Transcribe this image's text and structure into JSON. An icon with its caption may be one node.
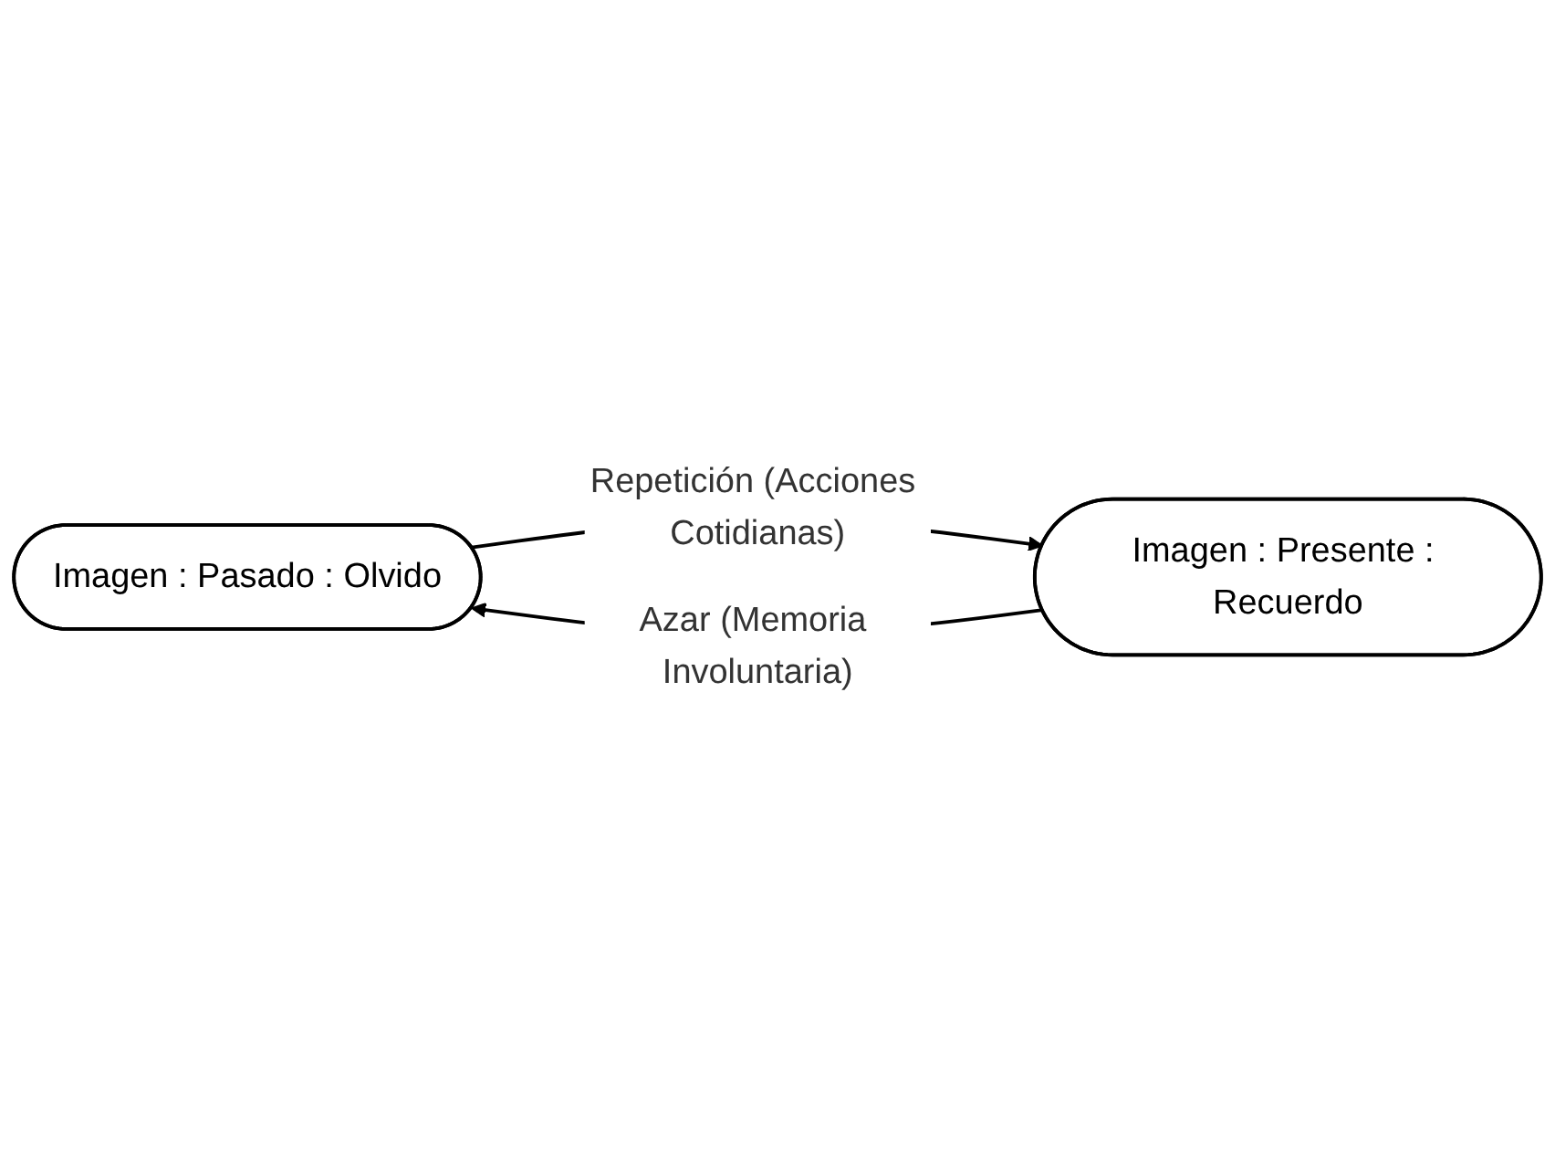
{
  "diagram": {
    "nodes": [
      {
        "text": [
          "Imagen : Pasado : Olvido"
        ]
      },
      {
        "text": [
          "Imagen : Presente : Recuerdo"
        ]
      }
    ],
    "edges": [
      {
        "from": 1,
        "to": 0,
        "arrow": "to",
        "label": "Azar (Memoria Involuntaria)"
      },
      {
        "from": 0,
        "to": 1,
        "arrow": "to",
        "label": "Repetición (Acciones Cotidianas)"
      }
    ]
  }
}
